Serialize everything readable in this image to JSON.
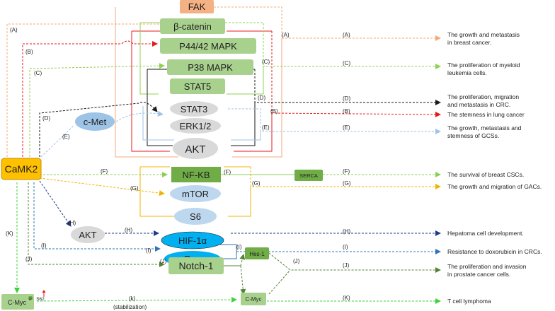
{
  "nodes": {
    "camk2": "CaMK2",
    "fak": "FAK",
    "beta_catenin": "β-catenin",
    "p4442": "P44/42 MAPK",
    "p38": "P38 MAPK",
    "stat5": "STAT5",
    "stat3": "STAT3",
    "erk": "ERK1/2",
    "akt_main": "AKT",
    "cmet": "c-Met",
    "nfkb": "NF-KB",
    "serca": "SERCA",
    "mtor": "mTOR",
    "s6": "S6",
    "akt_h": "AKT",
    "hif": "HIF-1α",
    "pgp": "Pgp",
    "notch": "Notch-1",
    "hes": "Hes-1",
    "cmyc_mid": "C-Myc",
    "cmyc_left": "C-Myc",
    "p_badge": "P",
    "s62": "S62",
    "stabilization": "(stabilization)"
  },
  "labels": {
    "A": "(A)",
    "B": "(B)",
    "C": "(C)",
    "D": "(D)",
    "E": "(E)",
    "F": "(F)",
    "G": "(G)",
    "H": "(H)",
    "I": "(I)",
    "J": "(J)",
    "K": "(K)",
    "k": "(k)"
  },
  "outcomes": {
    "A1": "The growth and metastasis",
    "A2": "in breast cancer.",
    "C1": "The proliferation of myeloid",
    "C2": "leukemia cells.",
    "D1": "The proliferation, migration",
    "D2": "and metastasis in CRC.",
    "B": "The stemness in lung cancer",
    "E1": "The growth, metastasis and",
    "E2": "stemness of GCSs.",
    "F": "The survival of breast CSCs.",
    "G": "The  growth and migration of GACs.",
    "H": "Hepatoma cell development.",
    "I": "Resistance to doxorubicin in CRCs.",
    "J1": "The proliferation and invasion",
    "J2": "in prostate cancer cells.",
    "K": "T cell lymphoma"
  },
  "colors": {
    "A": "#f4a97a",
    "B": "#e8171b",
    "C": "#92d050",
    "D": "#1a1a1a",
    "E": "#9dc3e6",
    "F": "#8fcc5a",
    "G": "#f0b400",
    "H": "#1f3a8a",
    "I": "#2e75b6",
    "J": "#548235",
    "K": "#3bd43b",
    "camk2_fill": "#ffc000",
    "green_box": "#a9d18e",
    "gray_ellipse": "#d9d9d9",
    "blue_ellipse": "#bdd7ee",
    "cyan_ellipse": "#00b0f0"
  }
}
